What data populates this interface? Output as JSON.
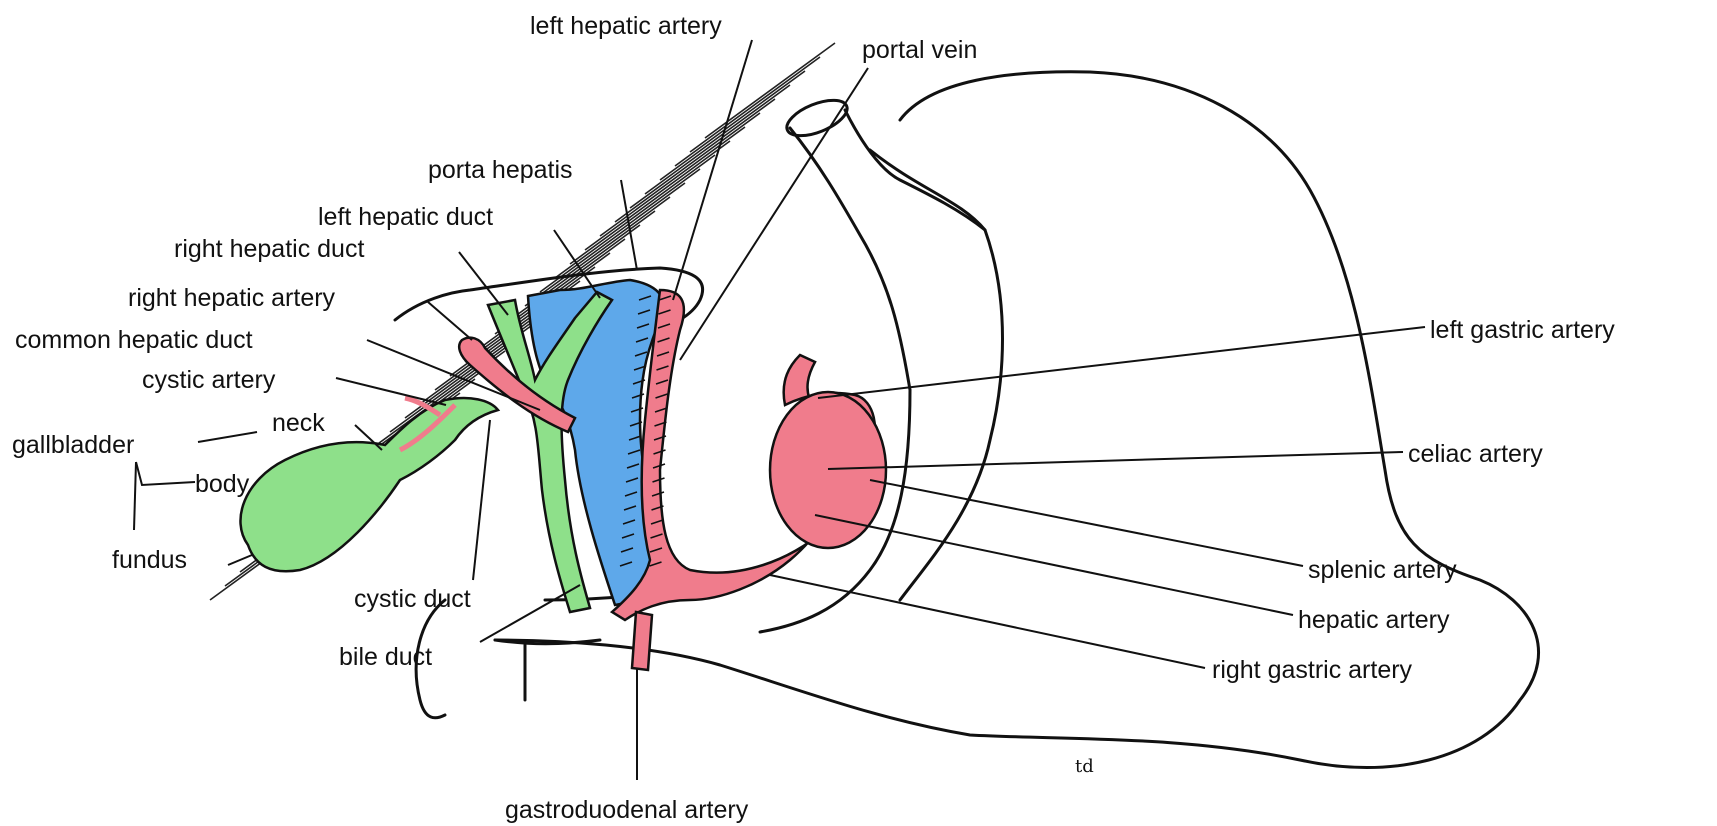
{
  "colors": {
    "bile_system": "#8ee08a",
    "portal_vein": "#5ea8ea",
    "arteries": "#f07c8c",
    "ink": "#111111",
    "background": "#ffffff"
  },
  "labels": {
    "left_hepatic_artery": "left hepatic artery",
    "portal_vein": "portal vein",
    "porta_hepatis": "porta hepatis",
    "left_hepatic_duct": "left hepatic duct",
    "right_hepatic_duct": "right hepatic duct",
    "right_hepatic_artery": "right hepatic artery",
    "common_hepatic_duct": "common hepatic duct",
    "cystic_artery": "cystic artery",
    "gallbladder": "gallbladder",
    "neck": "neck",
    "body": "body",
    "fundus": "fundus",
    "cystic_duct": "cystic duct",
    "bile_duct": "bile duct",
    "left_gastric_artery": "left gastric artery",
    "celiac_artery": "celiac artery",
    "splenic_artery": "splenic artery",
    "hepatic_artery": "hepatic artery",
    "right_gastric_artery": "right gastric artery",
    "gastroduodenal_artery": "gastroduodenal artery"
  },
  "signature": "td"
}
